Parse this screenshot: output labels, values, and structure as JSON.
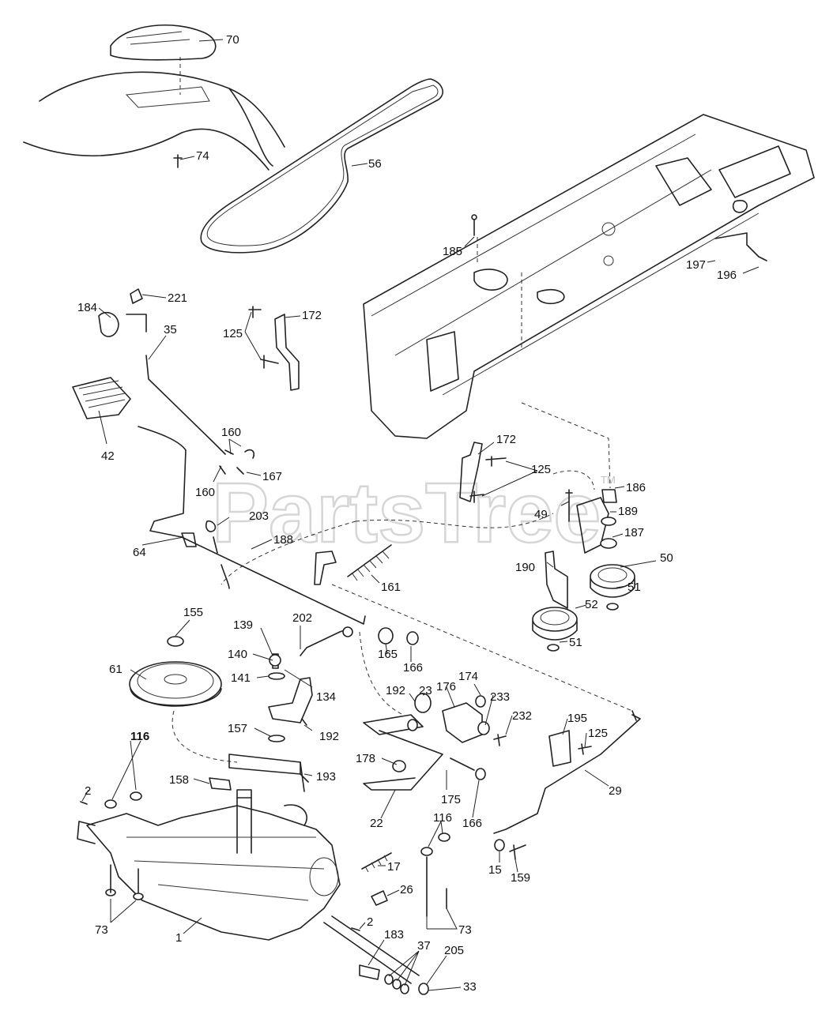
{
  "watermark": {
    "text": "PartsTree",
    "tm": "TM"
  },
  "callouts": [
    {
      "id": "c70",
      "text": "70"
    },
    {
      "id": "c74",
      "text": "74"
    },
    {
      "id": "c56",
      "text": "56"
    },
    {
      "id": "c185",
      "text": "185"
    },
    {
      "id": "c197",
      "text": "197"
    },
    {
      "id": "c196",
      "text": "196"
    },
    {
      "id": "c221",
      "text": "221"
    },
    {
      "id": "c184",
      "text": "184"
    },
    {
      "id": "c35",
      "text": "35"
    },
    {
      "id": "c172a",
      "text": "172"
    },
    {
      "id": "c125a",
      "text": "125"
    },
    {
      "id": "c42",
      "text": "42"
    },
    {
      "id": "c160a",
      "text": "160"
    },
    {
      "id": "c160b",
      "text": "160"
    },
    {
      "id": "c167",
      "text": "167"
    },
    {
      "id": "c172b",
      "text": "172"
    },
    {
      "id": "c125b",
      "text": "125"
    },
    {
      "id": "c186",
      "text": "186"
    },
    {
      "id": "c49",
      "text": "49"
    },
    {
      "id": "c189",
      "text": "189"
    },
    {
      "id": "c187",
      "text": "187"
    },
    {
      "id": "c203",
      "text": "203"
    },
    {
      "id": "c64",
      "text": "64"
    },
    {
      "id": "c188",
      "text": "188"
    },
    {
      "id": "c50",
      "text": "50"
    },
    {
      "id": "c190",
      "text": "190"
    },
    {
      "id": "c51a",
      "text": "51"
    },
    {
      "id": "c161",
      "text": "161"
    },
    {
      "id": "c52",
      "text": "52"
    },
    {
      "id": "c51b",
      "text": "51"
    },
    {
      "id": "c155",
      "text": "155"
    },
    {
      "id": "c139",
      "text": "139"
    },
    {
      "id": "c202",
      "text": "202"
    },
    {
      "id": "c165",
      "text": "165"
    },
    {
      "id": "c166a",
      "text": "166"
    },
    {
      "id": "c140",
      "text": "140"
    },
    {
      "id": "c61",
      "text": "61"
    },
    {
      "id": "c141",
      "text": "141"
    },
    {
      "id": "c134",
      "text": "134"
    },
    {
      "id": "c174",
      "text": "174"
    },
    {
      "id": "c192a",
      "text": "192"
    },
    {
      "id": "c23",
      "text": "23"
    },
    {
      "id": "c176",
      "text": "176"
    },
    {
      "id": "c233",
      "text": "233"
    },
    {
      "id": "c232",
      "text": "232"
    },
    {
      "id": "c195",
      "text": "195"
    },
    {
      "id": "c125c",
      "text": "125"
    },
    {
      "id": "c192b",
      "text": "192"
    },
    {
      "id": "c157",
      "text": "157"
    },
    {
      "id": "c116a",
      "text": "116",
      "bold": true
    },
    {
      "id": "c178",
      "text": "178"
    },
    {
      "id": "c193",
      "text": "193"
    },
    {
      "id": "c158",
      "text": "158"
    },
    {
      "id": "c29",
      "text": "29"
    },
    {
      "id": "c2a",
      "text": "2"
    },
    {
      "id": "c175",
      "text": "175"
    },
    {
      "id": "c22",
      "text": "22"
    },
    {
      "id": "c166b",
      "text": "166"
    },
    {
      "id": "c116b",
      "text": "116"
    },
    {
      "id": "c15",
      "text": "15"
    },
    {
      "id": "c159",
      "text": "159"
    },
    {
      "id": "c17",
      "text": "17"
    },
    {
      "id": "c26",
      "text": "26"
    },
    {
      "id": "c73a",
      "text": "73"
    },
    {
      "id": "c73b",
      "text": "73"
    },
    {
      "id": "c2b",
      "text": "2"
    },
    {
      "id": "c1",
      "text": "1"
    },
    {
      "id": "c183",
      "text": "183"
    },
    {
      "id": "c37",
      "text": "37"
    },
    {
      "id": "c205",
      "text": "205"
    },
    {
      "id": "c33",
      "text": "33"
    }
  ]
}
